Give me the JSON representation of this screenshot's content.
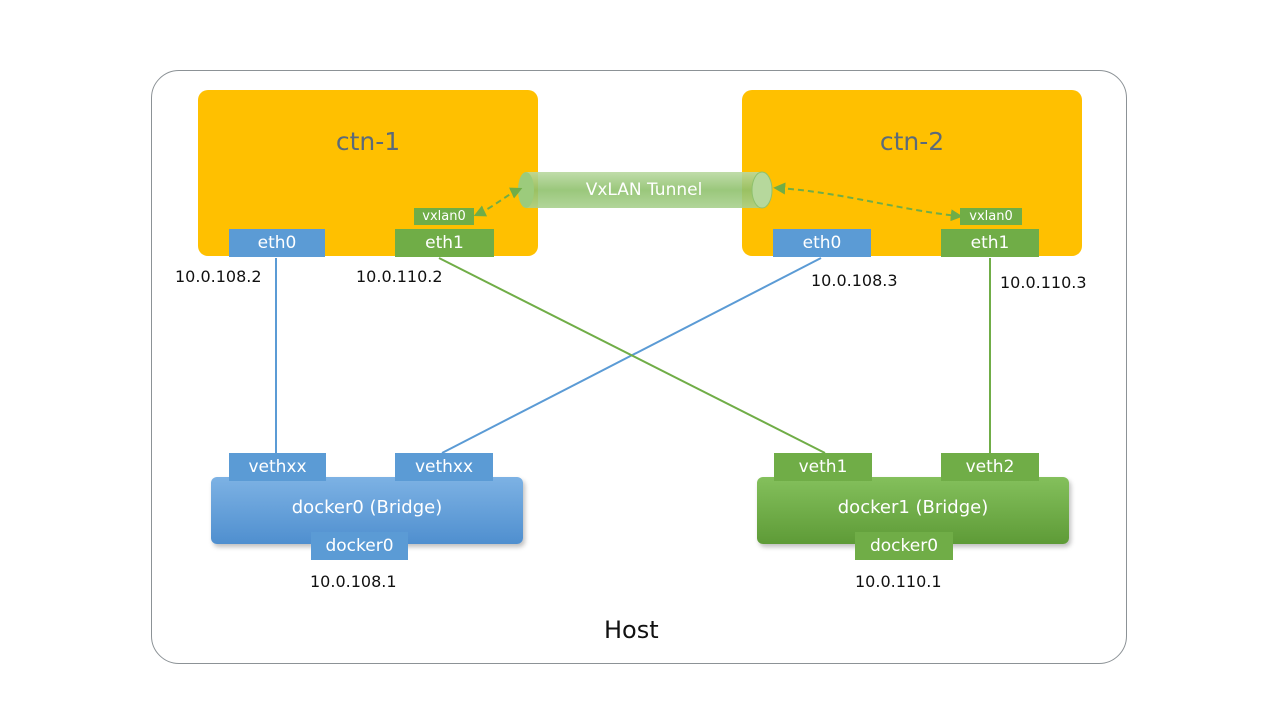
{
  "host": {
    "label": "Host"
  },
  "containers": [
    {
      "name": "ctn-1",
      "eth0": "eth0",
      "eth1": "eth1",
      "vxlan": "vxlan0",
      "eth0_ip": "10.0.108.2",
      "eth1_ip": "10.0.110.2"
    },
    {
      "name": "ctn-2",
      "eth0": "eth0",
      "eth1": "eth1",
      "vxlan": "vxlan0",
      "eth0_ip": "10.0.108.3",
      "eth1_ip": "10.0.110.3"
    }
  ],
  "tunnel": {
    "label": "VxLAN Tunnel"
  },
  "bridges": [
    {
      "label": "docker0 (Bridge)",
      "port_left": "vethxx",
      "port_right": "vethxx",
      "iface": "docker0",
      "ip": "10.0.108.1"
    },
    {
      "label": "docker1 (Bridge)",
      "port_left": "veth1",
      "port_right": "veth2",
      "iface": "docker0",
      "ip": "10.0.110.1"
    }
  ],
  "colors": {
    "container": "#ffc000",
    "blue": "#5b9bd5",
    "green": "#70ad47",
    "tunnel": "#a9d18e",
    "frame": "#8c9296"
  }
}
